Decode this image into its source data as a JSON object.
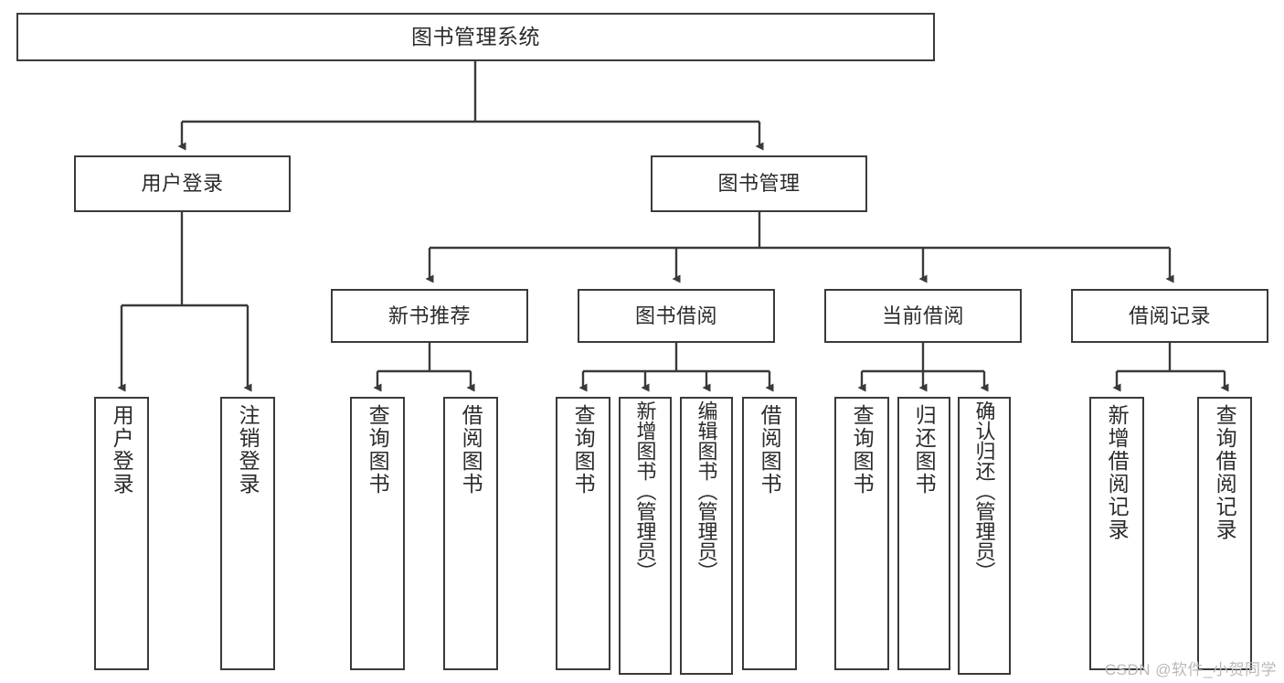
{
  "diagram": {
    "kind": "tree-hierarchy-chart",
    "title": "图书管理系统",
    "watermark": "CSDN @软件_小贺同学",
    "colors": {
      "stroke": "#3a3a3a",
      "fill": "#ffffff",
      "text": "#2b2b2b",
      "watermark": "#b9b9b9"
    },
    "nodes": {
      "root": {
        "label": "图书管理系统"
      },
      "level2": [
        {
          "id": "user-login",
          "label": "用户登录"
        },
        {
          "id": "book-manage",
          "label": "图书管理"
        }
      ],
      "level3": [
        {
          "id": "new-book-recommend",
          "label": "新书推荐"
        },
        {
          "id": "book-borrow",
          "label": "图书借阅"
        },
        {
          "id": "current-borrow",
          "label": "当前借阅"
        },
        {
          "id": "borrow-record",
          "label": "借阅记录"
        }
      ],
      "leaves": {
        "user_login": [
          {
            "id": "leaf-user-login",
            "label": "用户登录"
          },
          {
            "id": "leaf-logout-login",
            "label": "注销登录"
          }
        ],
        "new_book_recommend": [
          {
            "id": "leaf-query-book-1",
            "label": "查询图书"
          },
          {
            "id": "leaf-borrow-book-1",
            "label": "借阅图书"
          }
        ],
        "book_borrow": [
          {
            "id": "leaf-query-book-2",
            "label": "查询图书"
          },
          {
            "id": "leaf-add-book",
            "label": "新增图书（管理员）"
          },
          {
            "id": "leaf-edit-book",
            "label": "编辑图书（管理员）"
          },
          {
            "id": "leaf-borrow-book-2",
            "label": "借阅图书"
          }
        ],
        "current_borrow": [
          {
            "id": "leaf-query-book-3",
            "label": "查询图书"
          },
          {
            "id": "leaf-return-book",
            "label": "归还图书"
          },
          {
            "id": "leaf-confirm-return",
            "label": "确认归还（管理员）"
          }
        ],
        "borrow_record": [
          {
            "id": "leaf-add-borrow-record",
            "label": "新增借阅记录"
          },
          {
            "id": "leaf-query-borrow-record",
            "label": "查询借阅记录"
          }
        ]
      }
    }
  }
}
